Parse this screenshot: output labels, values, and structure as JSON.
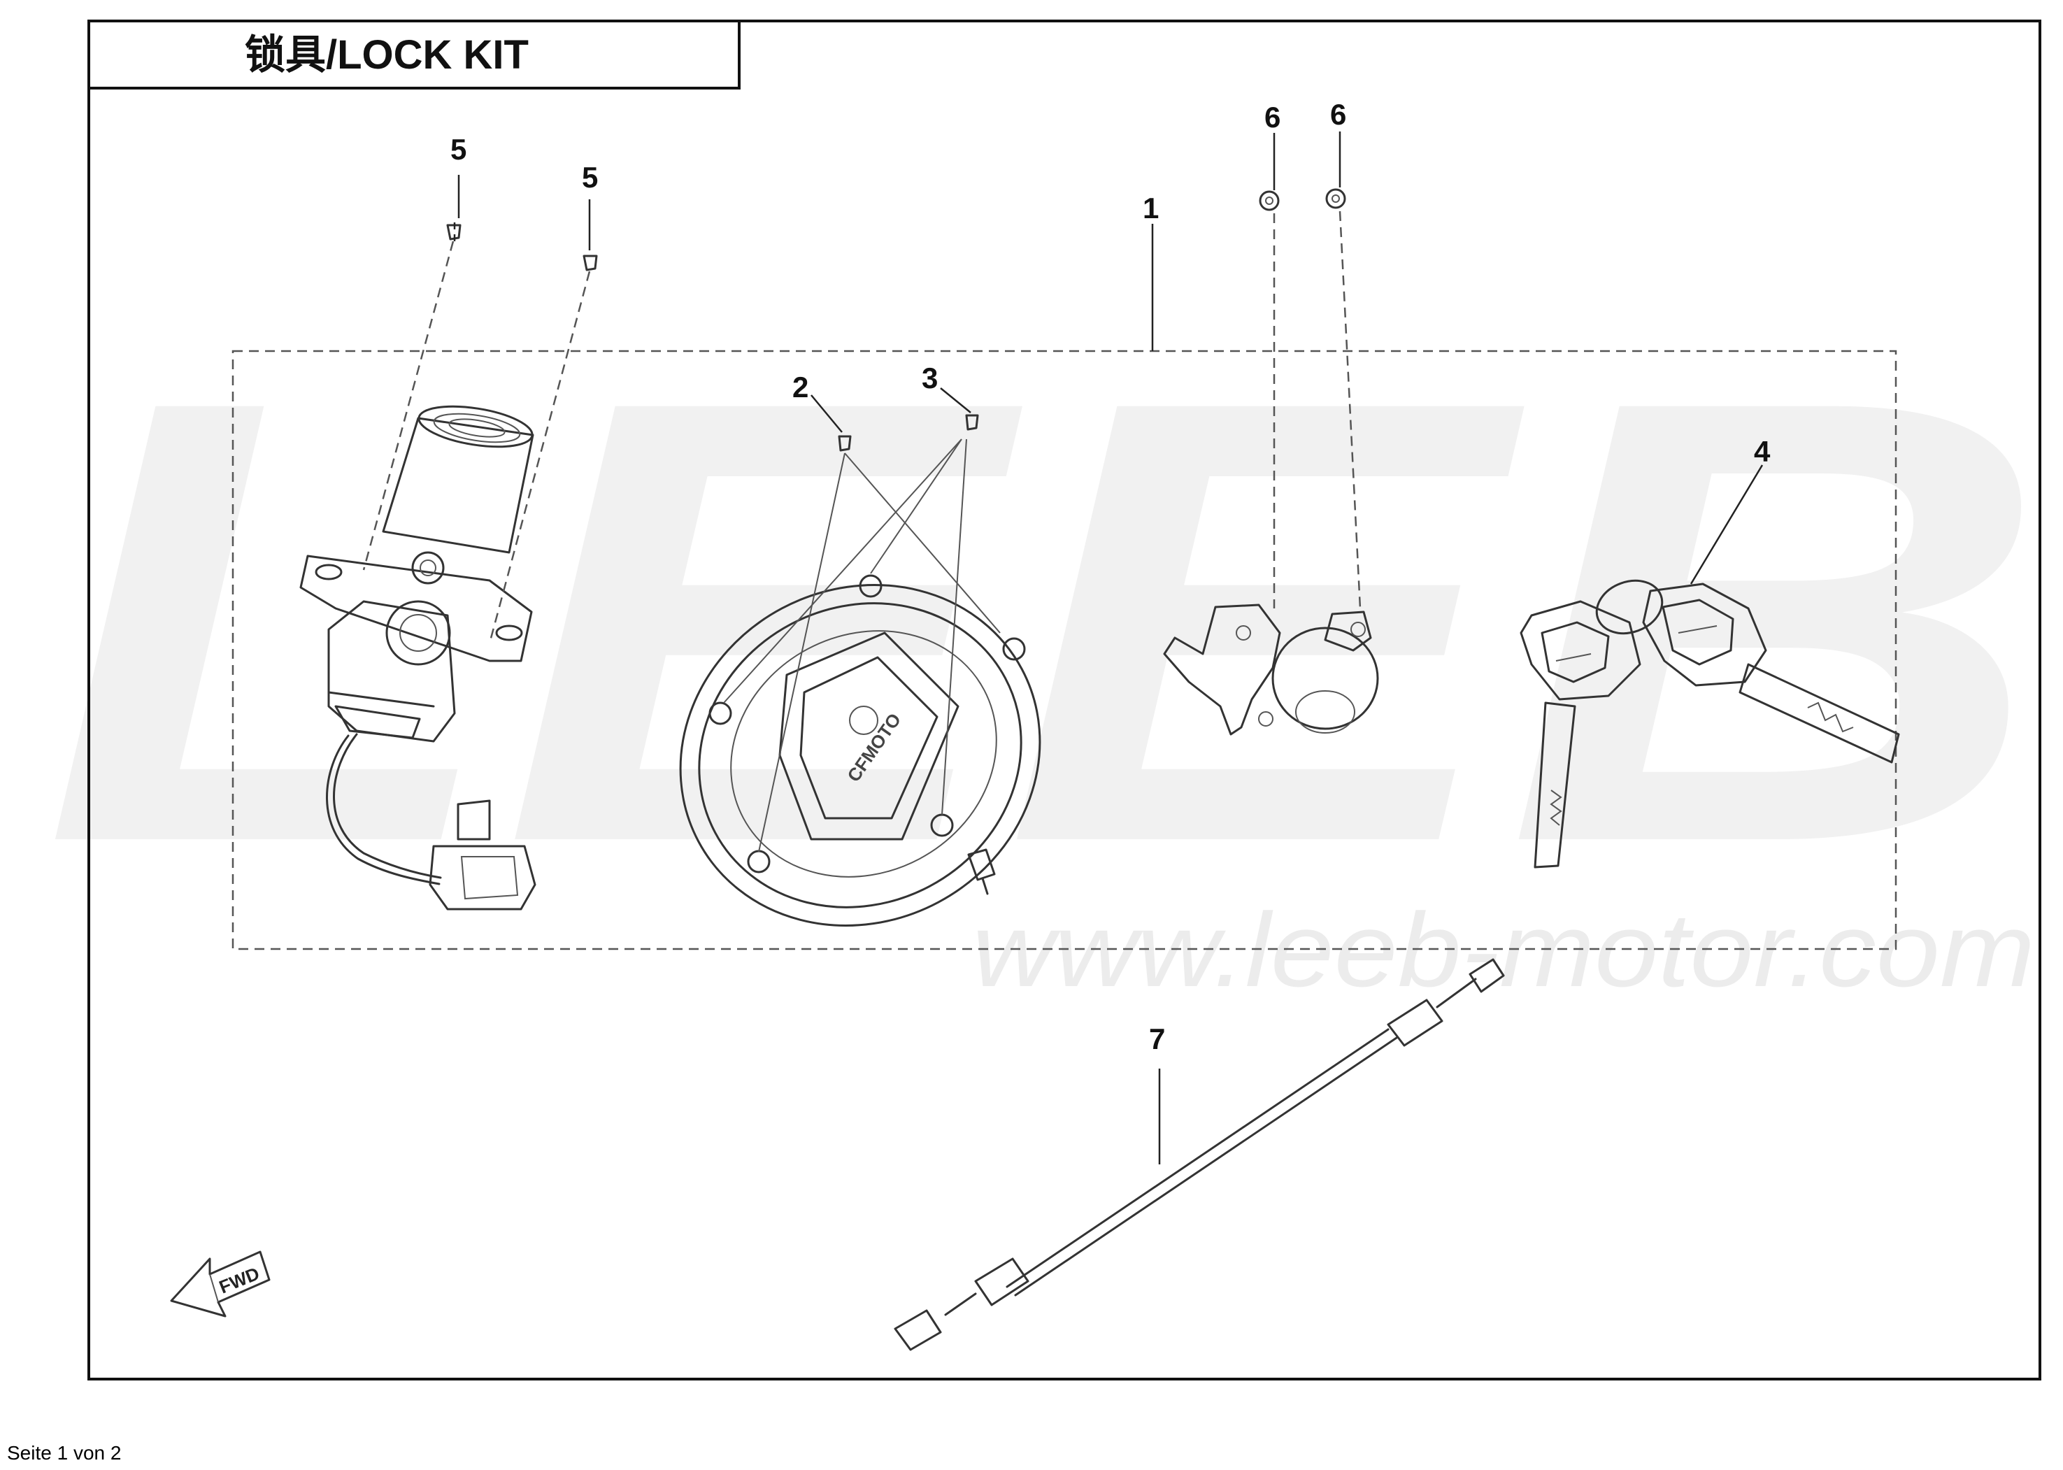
{
  "title": "锁具/LOCK KIT",
  "watermark": {
    "logo": "LEEB",
    "url": "www.leeb-motor.com"
  },
  "callouts": [
    "1",
    "2",
    "3",
    "4",
    "5",
    "5",
    "6",
    "6",
    "7"
  ],
  "fwd_label": "FWD",
  "footer": "Seite 1 von 2"
}
